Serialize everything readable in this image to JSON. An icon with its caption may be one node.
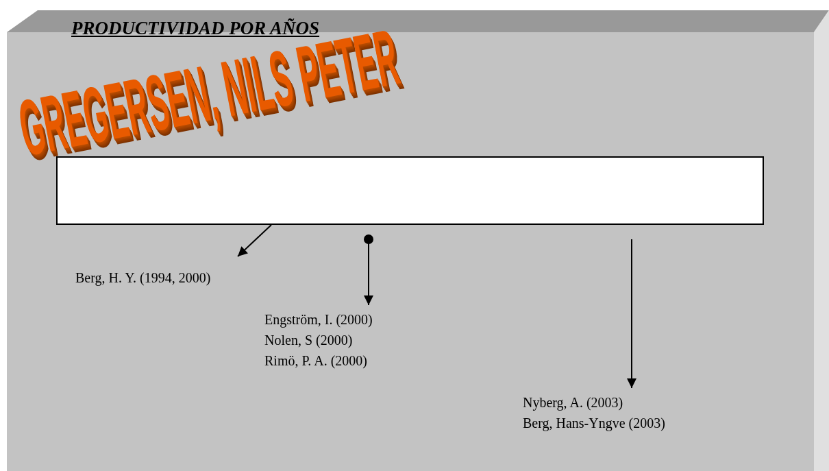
{
  "diagram": {
    "title": "PRODUCTIVIDAD POR AÑOS",
    "nodes": [
      {
        "text": [],
        "shape": "bar"
      },
      {
        "text": [
          "Berg, H. Y. (1994, 2000)"
        ]
      },
      {
        "text": [
          "Engström, I. (2000)",
          "Nolen, S (2000)",
          "Rimö, P. A. (2000)"
        ]
      },
      {
        "text": [
          "Nyberg, A. (2003)",
          "Berg, Hans-Yngve (2003)"
        ]
      }
    ],
    "edges": [
      {
        "from": 0,
        "to": 1,
        "arrow": "to"
      },
      {
        "from": 0,
        "to": 2,
        "arrow": "to"
      },
      {
        "from": 0,
        "to": 3,
        "arrow": "to"
      }
    ],
    "labels": [
      "GREGERSEN, NILS PETER"
    ]
  }
}
